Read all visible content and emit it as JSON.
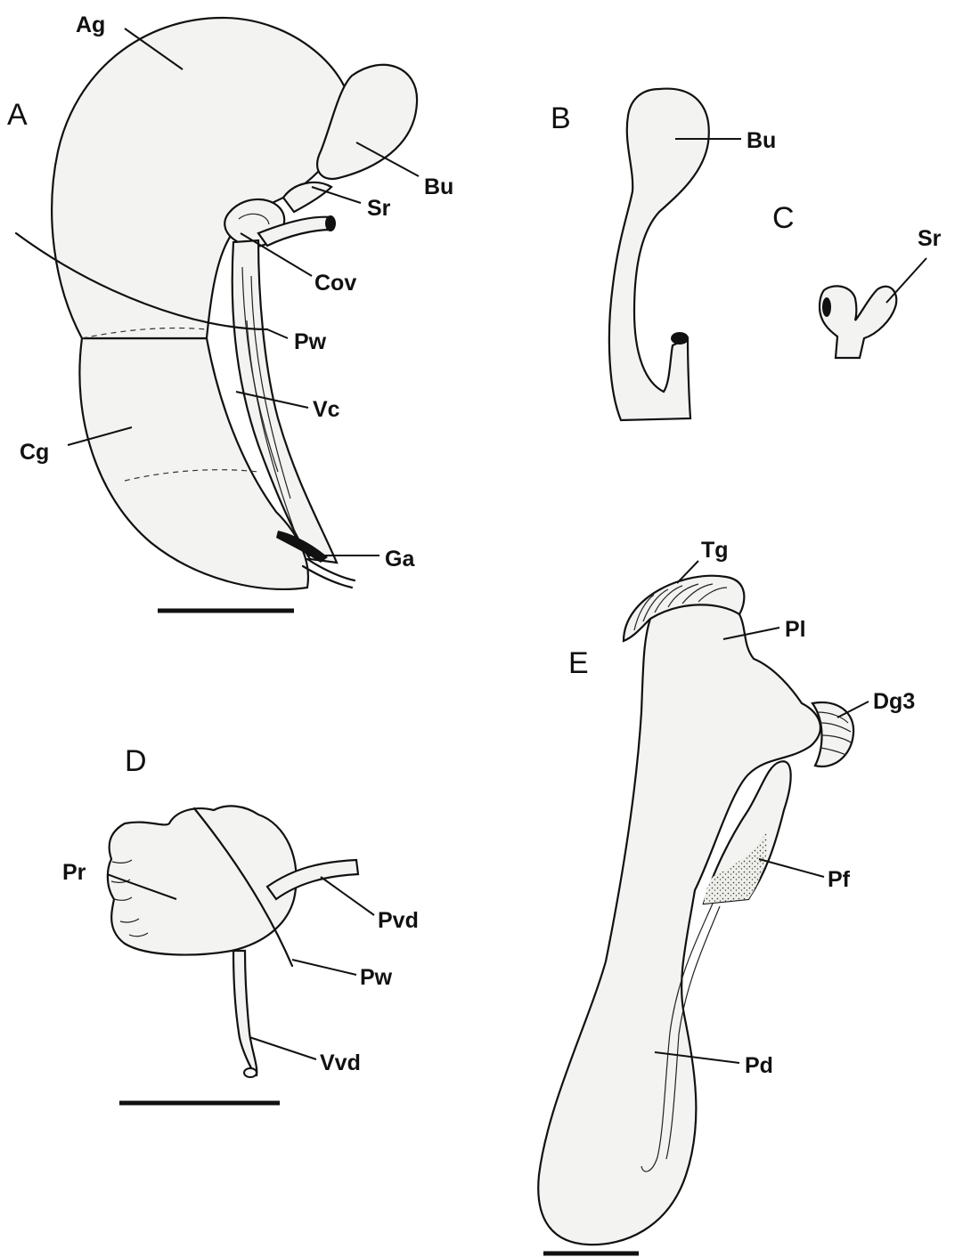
{
  "panels": {
    "A": {
      "letter": "A",
      "labels": {
        "ag": "Ag",
        "bu": "Bu",
        "sr": "Sr",
        "cov": "Cov",
        "pw": "Pw",
        "vc": "Vc",
        "cg": "Cg",
        "ga": "Ga"
      }
    },
    "B": {
      "letter": "B",
      "labels": {
        "bu": "Bu"
      }
    },
    "C": {
      "letter": "C",
      "labels": {
        "sr": "Sr"
      }
    },
    "D": {
      "letter": "D",
      "labels": {
        "pr": "Pr",
        "pvd": "Pvd",
        "pw": "Pw",
        "vvd": "Vvd"
      }
    },
    "E": {
      "letter": "E",
      "labels": {
        "tg": "Tg",
        "pl": "Pl",
        "dg3": "Dg3",
        "pf": "Pf",
        "pd": "Pd"
      }
    }
  },
  "colors": {
    "ink": "#111111",
    "paper": "#ffffff",
    "stipple": "#f3f3f1"
  }
}
